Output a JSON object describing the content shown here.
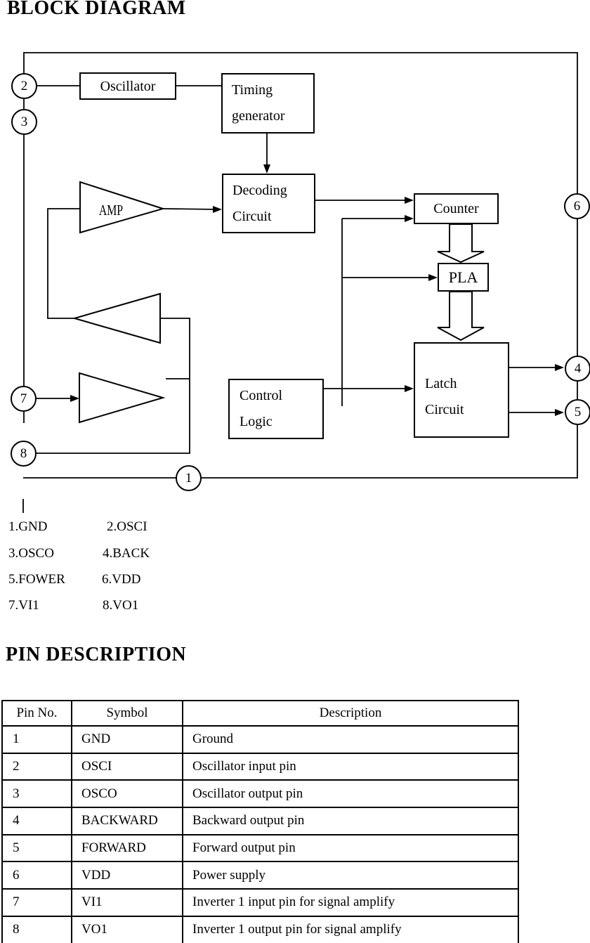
{
  "headings": {
    "block_diagram": "BLOCK DIAGRAM",
    "pin_description": "PIN DESCRIPTION"
  },
  "blocks": {
    "oscillator": "Oscillator",
    "timing_line1": "Timing",
    "timing_line2": "generator",
    "decoding_line1": "Decoding",
    "decoding_line2": "Circuit",
    "counter": "Counter",
    "pla": "PLA",
    "latch_line1": "Latch",
    "latch_line2": "Circuit",
    "control_line1": "Control",
    "control_line2": "Logic",
    "amp": "AMP"
  },
  "pins": {
    "p1": "1",
    "p2": "2",
    "p3": "3",
    "p4": "4",
    "p5": "5",
    "p6": "6",
    "p7": "7",
    "p8": "8"
  },
  "legend": [
    {
      "left": "1.GND",
      "right": "2.OSCI"
    },
    {
      "left": "3.OSCO",
      "right": "4.BACK"
    },
    {
      "left": "5.FOWER",
      "right": "6.VDD"
    },
    {
      "left": "7.VI1",
      "right": "8.VO1"
    }
  ],
  "table": {
    "headers": [
      "Pin No.",
      "Symbol",
      "Description"
    ],
    "rows": [
      [
        "1",
        "GND",
        "Ground"
      ],
      [
        "2",
        "OSCI",
        "Oscillator input pin"
      ],
      [
        "3",
        "OSCO",
        "Oscillator output pin"
      ],
      [
        "4",
        "BACKWARD",
        "Backward output pin"
      ],
      [
        "5",
        "FORWARD",
        "Forward output pin"
      ],
      [
        "6",
        "VDD",
        "Power supply"
      ],
      [
        "7",
        "VI1",
        "Inverter 1 input pin for signal amplify"
      ],
      [
        "8",
        "VO1",
        "Inverter 1 output pin for signal amplify"
      ]
    ]
  },
  "colors": {
    "ink": "#000000",
    "paper": "#ffffff"
  }
}
